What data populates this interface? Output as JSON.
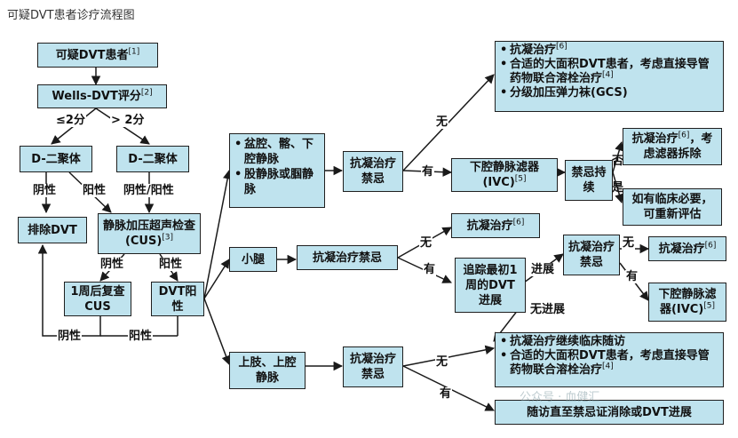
{
  "title": "可疑DVT患者诊疗流程图",
  "nodes": {
    "suspected": {
      "text": "可疑DVT患者",
      "ref": "[1]"
    },
    "wells": {
      "text": "Wells-DVT评分",
      "ref": "[2]"
    },
    "ddimer_low": {
      "text": "D-二聚体"
    },
    "ddimer_high": {
      "text": "D-二聚体"
    },
    "exclude": {
      "text": "排除DVT"
    },
    "cus": {
      "text": "静脉加压超声检查(CUS)",
      "ref": "[3]"
    },
    "recheck": {
      "text": "1周后复查CUS"
    },
    "dvt_pos": {
      "text": "DVT阳性"
    },
    "pelvic": {
      "items": [
        "盆腔、髂、下腔静脉",
        "股静脉或腘静脉"
      ]
    },
    "calf": {
      "text": "小腿"
    },
    "upper": {
      "text": "上肢、上腔静脉"
    },
    "contra1": {
      "text": "抗凝治疗禁忌"
    },
    "contra2": {
      "text": "抗凝治疗禁忌"
    },
    "contra3": {
      "text": "抗凝治疗禁忌"
    },
    "top_treat": {
      "items": [
        {
          "text": "抗凝治疗",
          "ref": "[6]"
        },
        {
          "text": "合适的大面积DVT患者，考虑直接导管药物联合溶栓治疗",
          "ref": "[4]"
        },
        {
          "text": "分级加压弹力袜(GCS)",
          "ref": ""
        }
      ]
    },
    "ivc1": {
      "text": "下腔静脉滤器(IVC)",
      "ref": "[5]"
    },
    "persist": {
      "text": "禁忌持续"
    },
    "ivc_remove": {
      "text": "抗凝治疗",
      "ref": "[6]",
      "tail": "，考虑滤器拆除"
    },
    "reeval": {
      "text": "如有临床必要，可重新评估"
    },
    "calf_anticoag": {
      "text": "抗凝治疗",
      "ref": "[6]"
    },
    "track": {
      "text": "追踪最初1周的DVT进展"
    },
    "contra4": {
      "text": "抗凝治疗禁忌"
    },
    "anticoag_r": {
      "text": "抗凝治疗",
      "ref": "[6]"
    },
    "ivc2": {
      "text": "下腔静脉滤器(IVC)",
      "ref": "[5]"
    },
    "follow": {
      "items": [
        {
          "text": "抗凝治疗继续临床随访",
          "ref": ""
        },
        {
          "text": "合适的大面积DVT患者，考虑直接导管药物联合溶栓治疗",
          "ref": "[4]"
        }
      ]
    },
    "until": {
      "text": "随访直至禁忌证消除或DVT进展"
    }
  },
  "labels": {
    "le2": "≤2分",
    "gt2": "> 2分",
    "neg1": "阴性",
    "pos1": "阳性",
    "negpos": "阴性/阳性",
    "cus_neg": "阴性",
    "cus_pos": "阳性",
    "loop_neg": "阴性",
    "loop_pos": "阳性",
    "no1": "无",
    "yes1": "有",
    "no_persist": "否",
    "yes_persist": "是",
    "no2": "无",
    "yes2": "有",
    "progress": "进展",
    "no_progress": "无进展",
    "no3": "无",
    "yes3": "有",
    "no4": "无",
    "yes4": "有"
  },
  "watermark": "公众号 · 血健汇"
}
